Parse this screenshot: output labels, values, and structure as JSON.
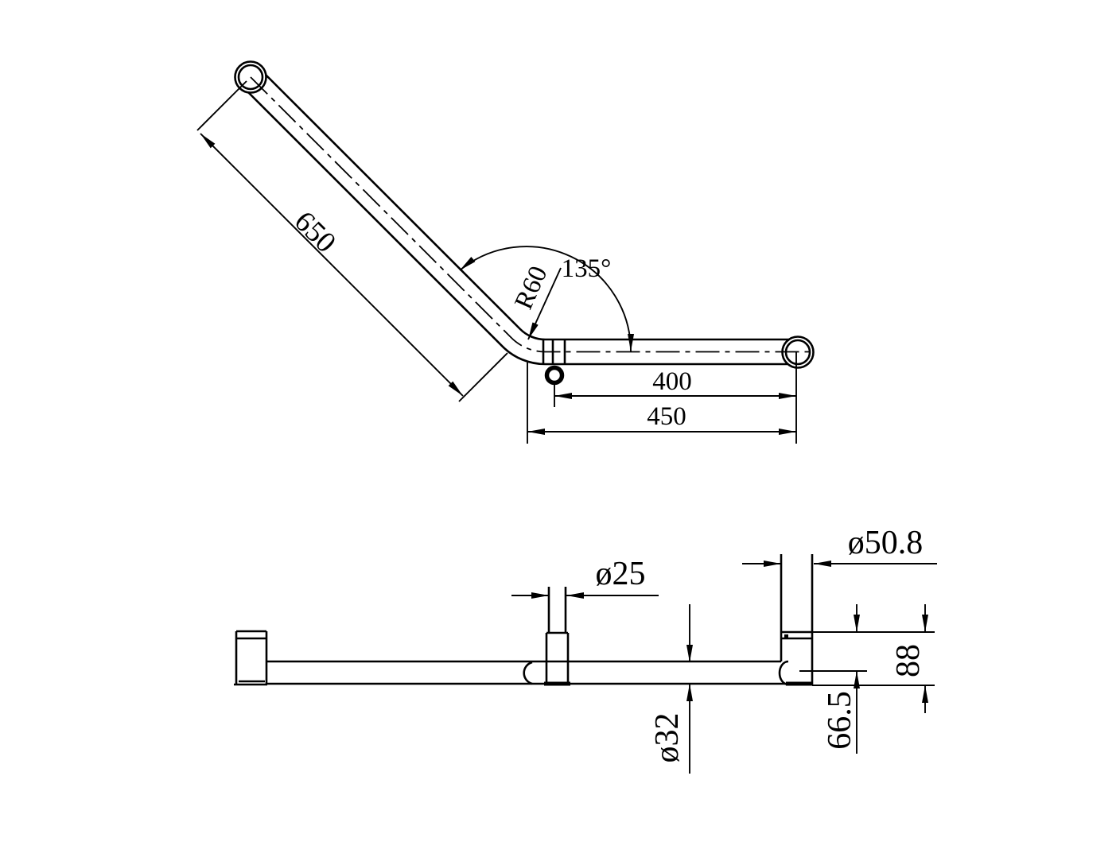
{
  "drawing": {
    "plan_view": {
      "dim_rail_length_650": "650",
      "dim_angle_135": "135°",
      "dim_bend_radius_r60": "R60",
      "dim_bracket_to_end_400": "400",
      "dim_bend_to_end_450": "450"
    },
    "side_view": {
      "dim_bracket_tube_dia_25": "ø25",
      "dim_flange_dia_50_8": "ø50.8",
      "dim_rail_tube_dia_32": "ø32",
      "dim_wall_to_center_66_5": "66.5",
      "dim_wall_to_edge_88": "88"
    },
    "colors": {
      "line": "#000000",
      "background": "#ffffff"
    }
  }
}
